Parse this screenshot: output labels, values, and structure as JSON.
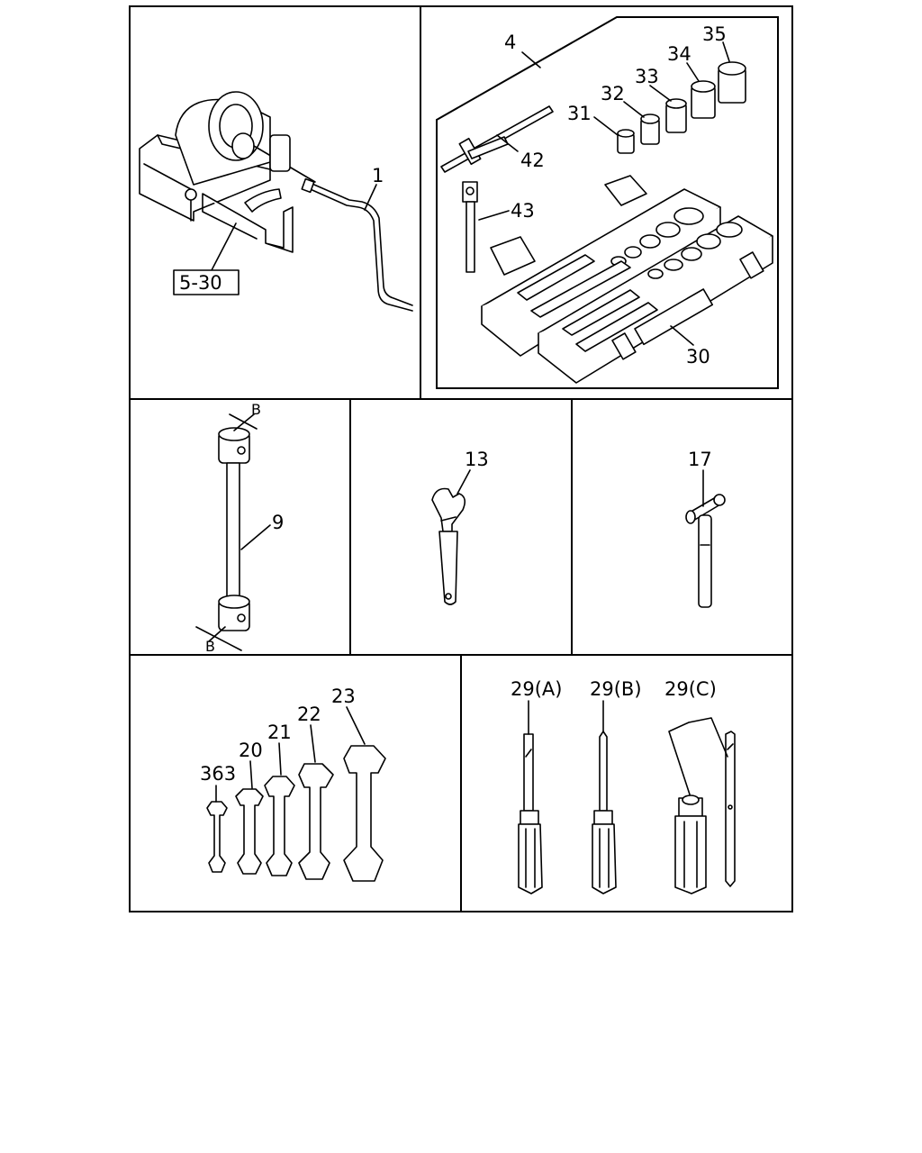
{
  "panels": {
    "winch": {
      "crank_callout": "1",
      "winch_ref": "5-30"
    },
    "tool_case": {
      "kit_callout": "4",
      "t_bar_callout": "42",
      "extension_callout": "43",
      "case_callout": "30",
      "sockets": [
        "31",
        "32",
        "33",
        "34",
        "35"
      ]
    },
    "box_wrench": {
      "callout": "9",
      "dim_top": "B",
      "dim_bottom": "B"
    },
    "adjustable_wrench": {
      "callout": "13"
    },
    "hammer": {
      "callout": "17"
    },
    "spanners": {
      "callouts": [
        "363",
        "20",
        "21",
        "22",
        "23"
      ]
    },
    "screwdrivers": {
      "callouts": [
        "29(A)",
        "29(B)",
        "29(C)"
      ]
    }
  }
}
